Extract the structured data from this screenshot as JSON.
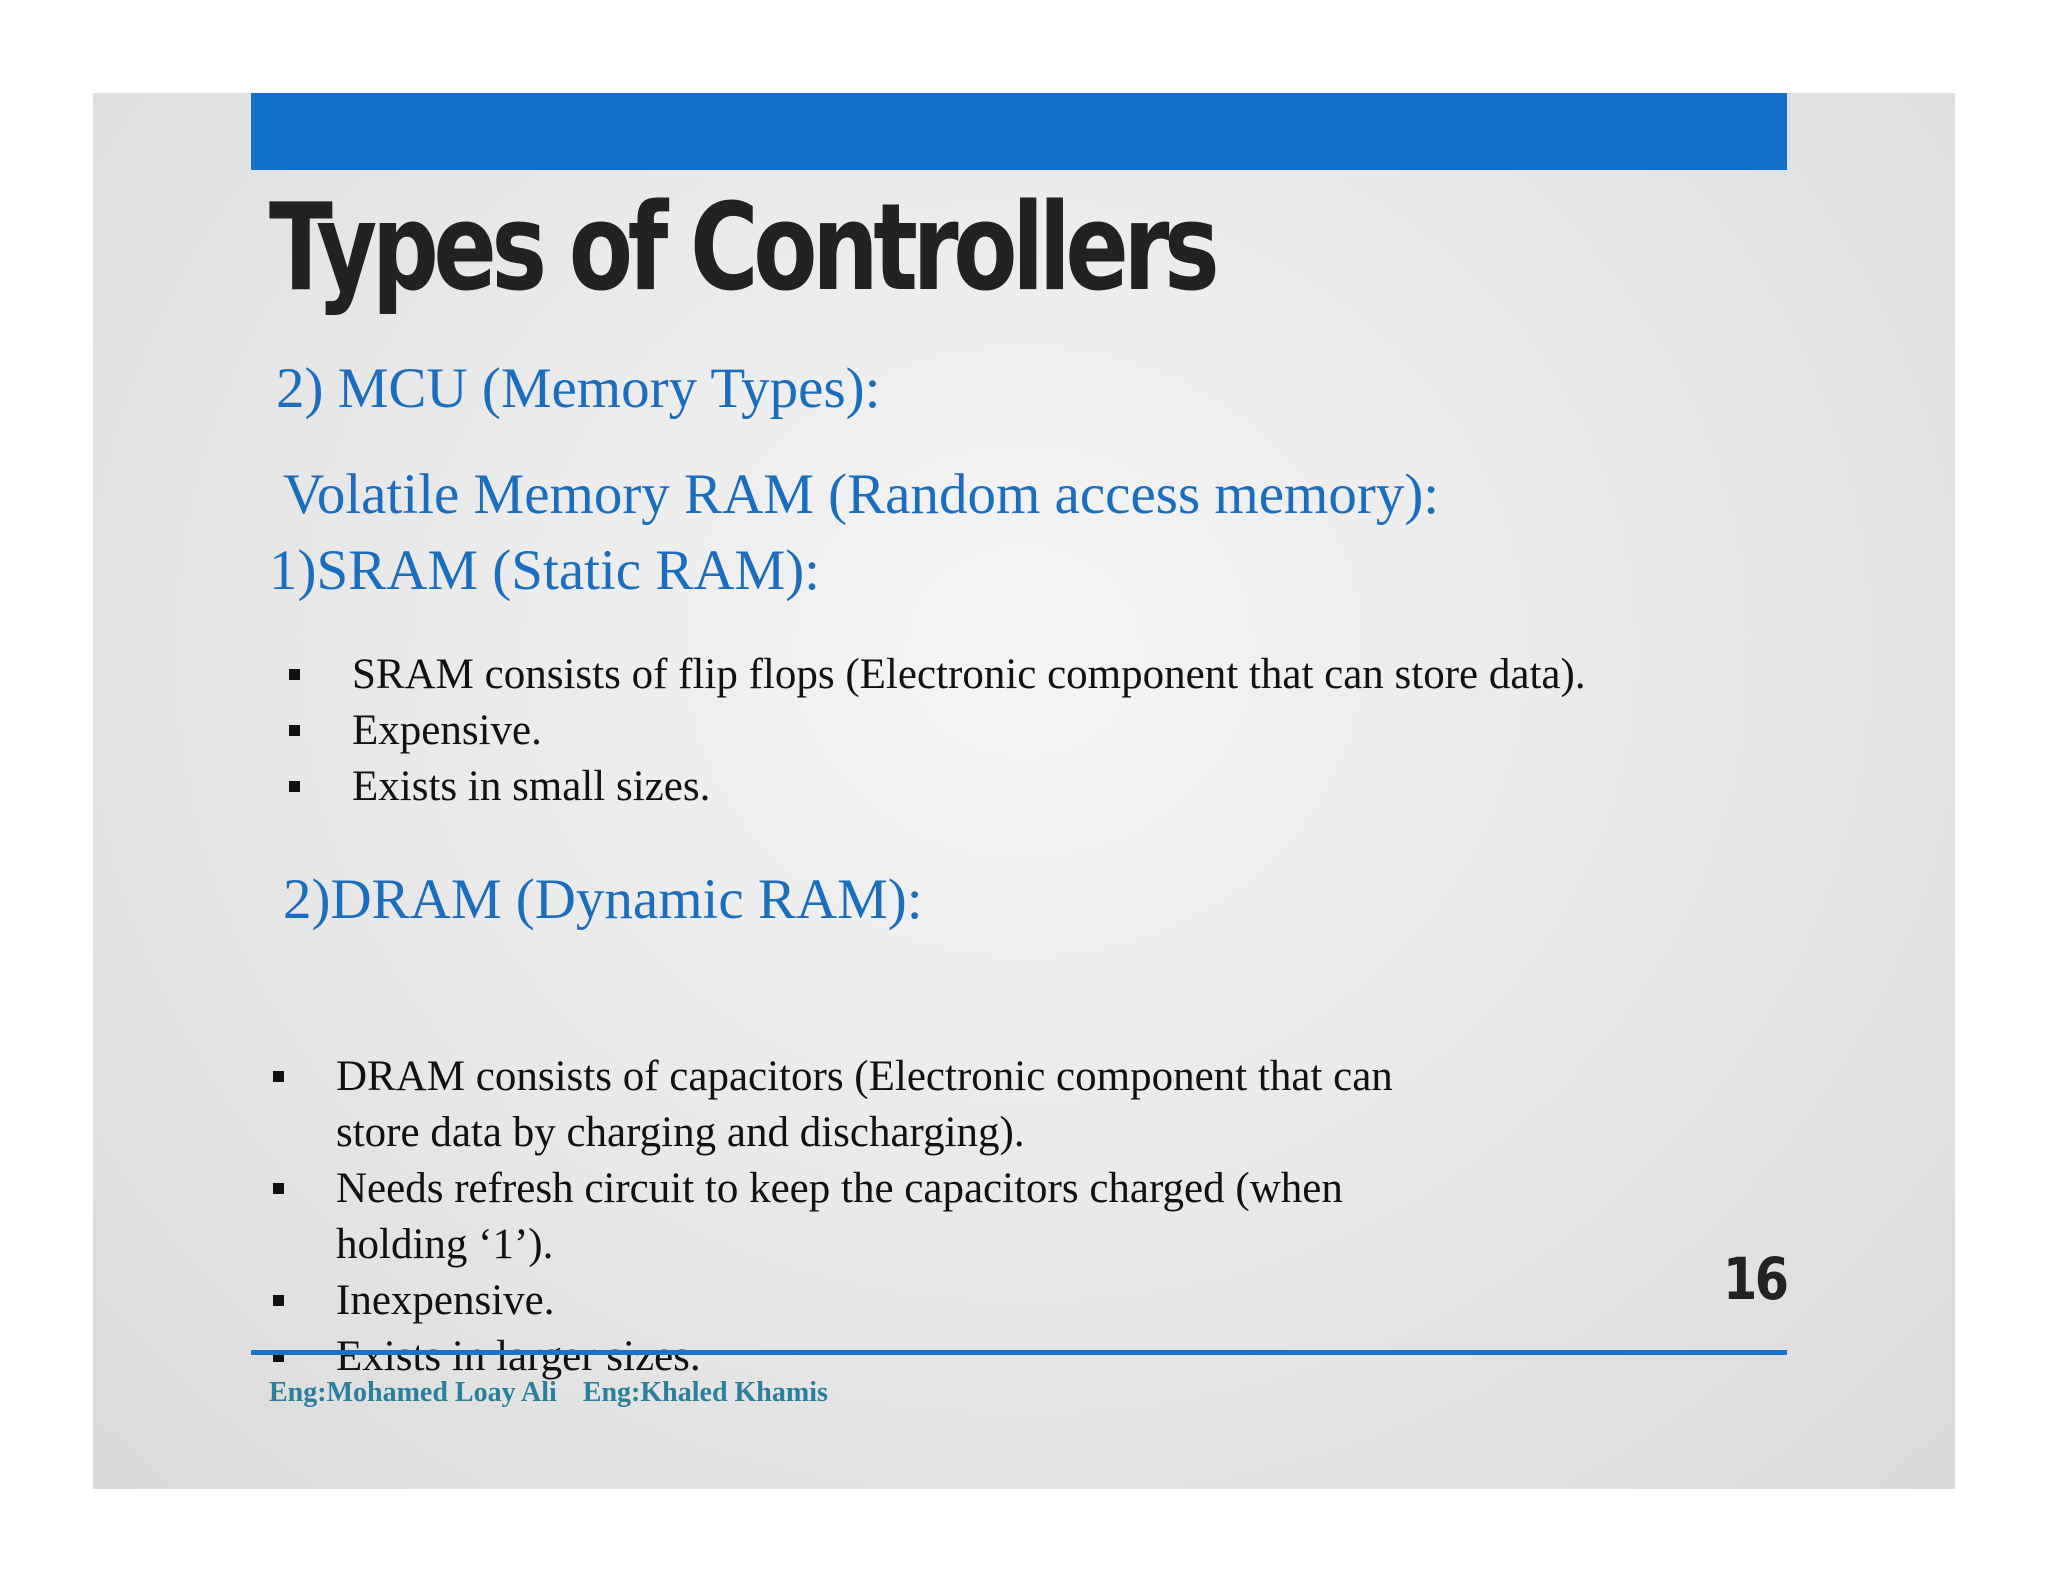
{
  "slide": {
    "title": "Types of Controllers",
    "heading_mcu": "2) MCU (Memory Types):",
    "heading_volatile": "Volatile Memory RAM (Random access memory):",
    "heading_sram": "1)SRAM (Static RAM):",
    "sram_bullets": [
      "SRAM consists of flip flops (Electronic component that can store data).",
      "Expensive.",
      "Exists in small sizes."
    ],
    "heading_dram": "2)DRAM (Dynamic RAM):",
    "dram_bullets": [
      "DRAM consists of capacitors (Electronic component that can",
      "store data by charging and discharging).",
      "Needs refresh circuit to keep the capacitors charged (when",
      "holding ‘1’).",
      "Inexpensive.",
      "Exists in larger sizes."
    ],
    "page_number": "16",
    "footer": {
      "author_1": "Eng:Mohamed Loay Ali",
      "author_2": "Eng:Khaled Khamis"
    }
  },
  "colors": {
    "accent_bar": "#1170c9",
    "heading_blue": "#1b6dbd",
    "footer_teal": "#2a7f9c",
    "title_dark": "#222222"
  }
}
